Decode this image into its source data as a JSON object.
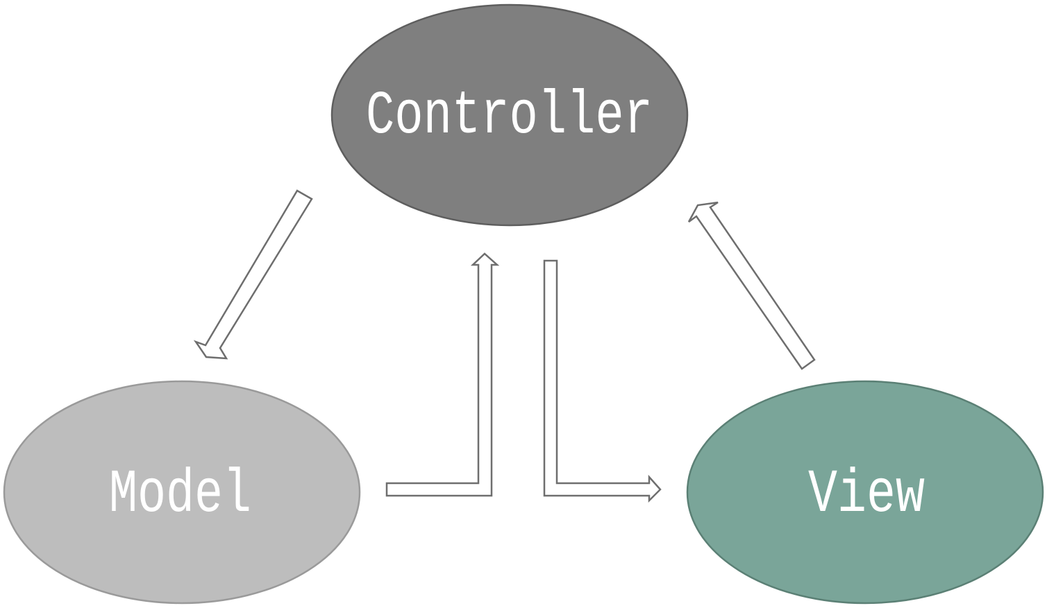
{
  "nodes": {
    "controller": {
      "label": "Controller",
      "fill": "#7f7f7f",
      "stroke": "#5e5e5e"
    },
    "model": {
      "label": "Model",
      "fill": "#bdbdbd",
      "stroke": "#9a9a9a"
    },
    "view": {
      "label": "View",
      "fill": "#7aa599",
      "stroke": "#5b8075"
    }
  },
  "edges": [
    {
      "from": "controller",
      "to": "model"
    },
    {
      "from": "model",
      "to": "controller"
    },
    {
      "from": "controller",
      "to": "view"
    },
    {
      "from": "view",
      "to": "controller"
    }
  ]
}
